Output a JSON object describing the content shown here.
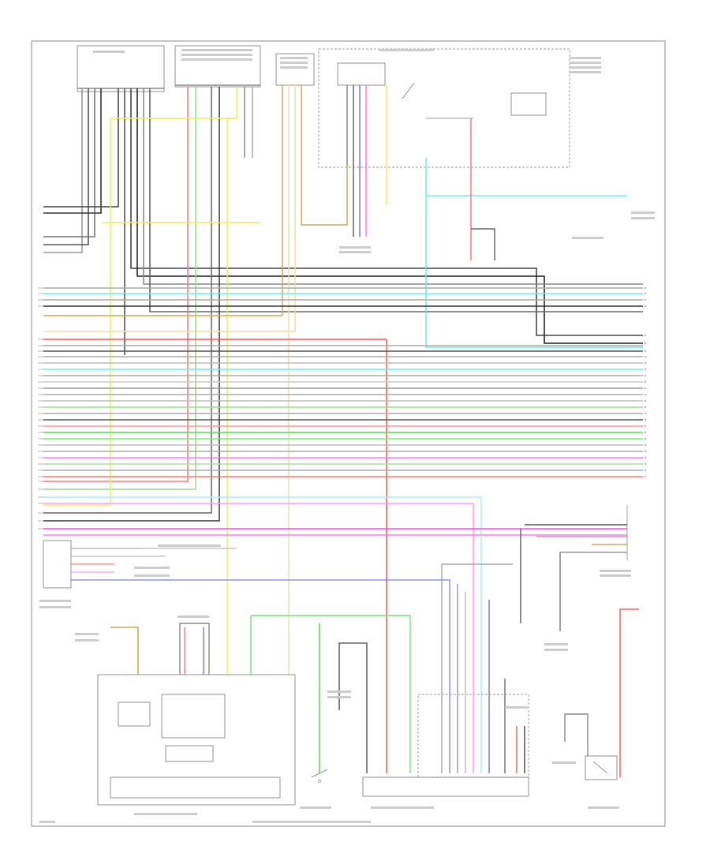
{
  "diagram": {
    "page_number": "",
    "footer_note": "",
    "components": [
      {
        "id": "fuse-relay-box",
        "label": ""
      },
      {
        "id": "under-dash-fuse-box",
        "label": ""
      },
      {
        "id": "light-switch",
        "label": ""
      },
      {
        "id": "unit-switch-assembly",
        "label": ""
      },
      {
        "id": "gauge-control-module",
        "label": ""
      },
      {
        "id": "navigation-unit",
        "label": ""
      },
      {
        "id": "audio-unit",
        "label": ""
      },
      {
        "id": "parking-brake-switch",
        "label": ""
      },
      {
        "id": "combination-light-switch",
        "label": ""
      },
      {
        "id": "ground-g501",
        "label": ""
      },
      {
        "id": "ground-g401",
        "label": ""
      }
    ],
    "connector_pins": [
      "1",
      "2",
      "3",
      "4",
      "5",
      "6",
      "7",
      "8",
      "9",
      "10",
      "11",
      "12",
      "13",
      "14",
      "15",
      "16",
      "17",
      "18",
      "19",
      "20",
      "21",
      "22",
      "23",
      "24",
      "25",
      "26",
      "27",
      "28",
      "29",
      "30",
      "31",
      "32",
      "33",
      "34"
    ]
  }
}
